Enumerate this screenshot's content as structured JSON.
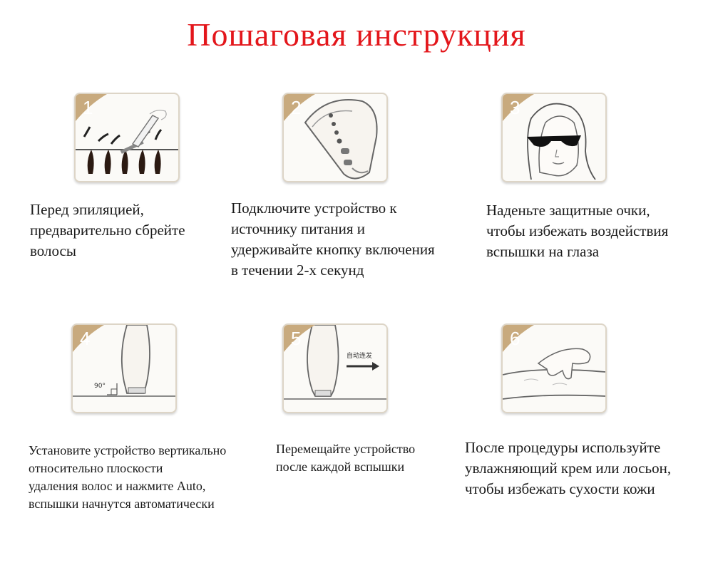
{
  "title": "Пошаговая инструкция",
  "steps": [
    {
      "number": "1",
      "text": "Перед эпиляцией,\nпредварительно сбрейте\nволосы"
    },
    {
      "number": "2",
      "text": "Подключите устройство к\nисточнику питания и\nудерживайте кнопку включения\nв течении 2-х секунд"
    },
    {
      "number": "3",
      "text": "Наденьте защитные очки,\nчтобы избежать воздействия\nвспышки на глаза"
    },
    {
      "number": "4",
      "text": "Установите устройство вертикально\nотносительно плоскости\nудаления волос и нажмите Auto,\nвспышки начнутся автоматически",
      "angle_label": "90°"
    },
    {
      "number": "5",
      "text": "Перемещайте устройство\nпосле каждой вспышки",
      "illustration_label": "自动连发"
    },
    {
      "number": "6",
      "text": " После процедуры используйте\nувлажняющий крем или лосьон,\nчтобы избежать сухости кожи"
    }
  ],
  "colors": {
    "title": "#e3161b",
    "badge": "#c8aa7e",
    "text": "#1a1a1a"
  }
}
